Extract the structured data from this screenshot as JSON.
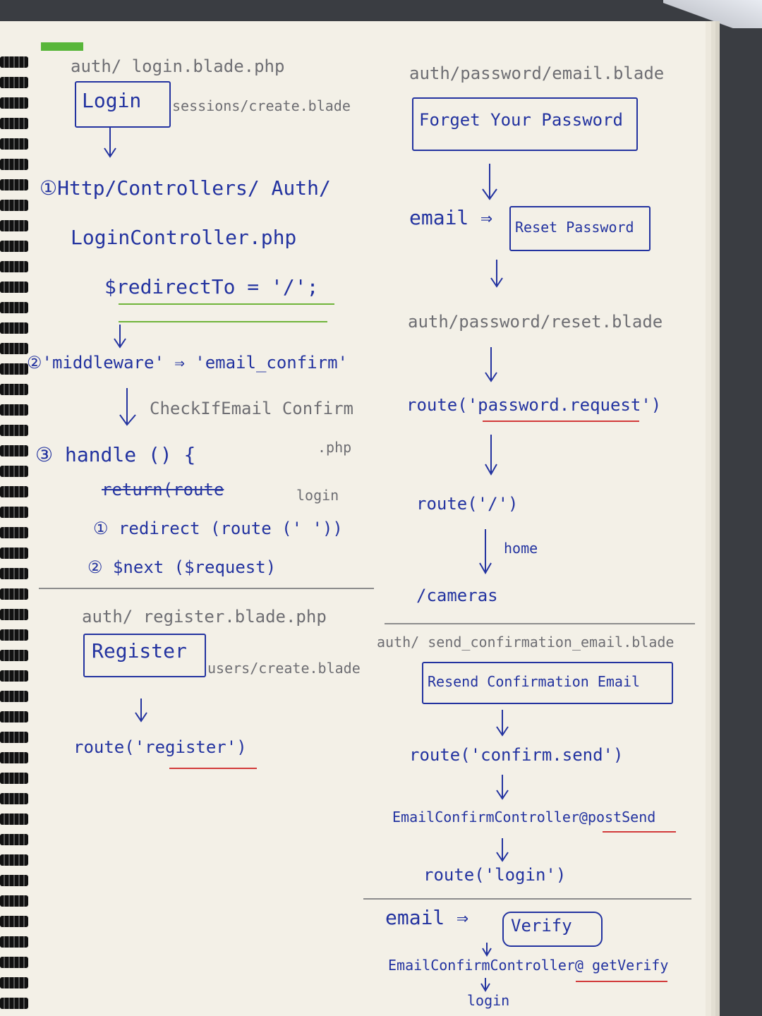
{
  "left_column": {
    "login_file": "auth/ login.blade.php",
    "login_box": "Login",
    "login_side": "sessions/create.blade",
    "step1": "①Http/Controllers/ Auth/",
    "step1_file": "LoginController.php",
    "step1_code": "$redirectTo = '/';",
    "step2": "②'middleware' ⇒ 'email_confirm'",
    "step2_file": "CheckIfEmail Confirm",
    "step2_ext": ".php",
    "step3": "③ handle () {",
    "struck": "return(route",
    "login_note": "login",
    "sub1": "① redirect (route ('  '))",
    "sub2": "② $next ($request)",
    "register_file": "auth/ register.blade.php",
    "register_box": "Register",
    "register_side": "users/create.blade",
    "register_route": "route('register')"
  },
  "right_column": {
    "email_file": "auth/password/email.blade",
    "forget_box": "Forget Your Password",
    "email_label": "email ⇒",
    "reset_box": "Reset Password",
    "reset_file": "auth/password/reset.blade",
    "route_request": "route('password.request')",
    "route_root": "route('/')",
    "home_label": "home",
    "cameras": "/cameras",
    "send_file": "auth/ send_confirmation_email.blade",
    "resend_box": "Resend Confirmation Email",
    "route_send": "route('confirm.send')",
    "post_send": "EmailConfirmController@postSend",
    "route_login": "route('login')",
    "verify_email": "email ⇒",
    "verify_box": "Verify",
    "get_verify": "EmailConfirmController@ getVerify",
    "final_login": "login"
  },
  "colors": {
    "ink": "#2333a0",
    "pencil": "#6e6e73",
    "underline_red": "#d23a3a",
    "underline_green": "#6fb43a"
  }
}
